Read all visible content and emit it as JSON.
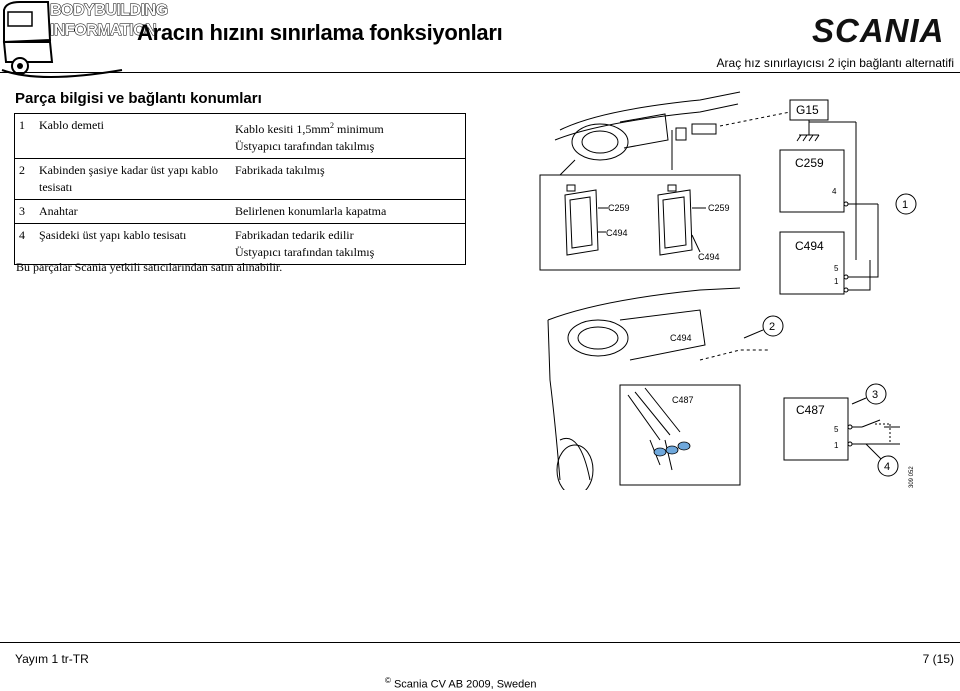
{
  "header": {
    "logo_line1": "BODYBUILDING",
    "logo_line2": "INFORMATION",
    "title": "Aracın hızını sınırlama fonksiyonları",
    "brand": "SCANIA",
    "subtitle": "Araç hız sınırlayıcısı 2 için bağlantı alternatifi"
  },
  "section_title": "Parça bilgisi ve bağlantı konumları",
  "parts": [
    {
      "num": "1",
      "name": "Kablo demeti",
      "desc_lines": [
        "Kablo kesiti 1,5mm",
        "Üstyapıcı tarafından takılmış"
      ],
      "desc_sup": "2",
      "desc_suffix": " minimum"
    },
    {
      "num": "2",
      "name": "Kabinden şasiye kadar üst yapı kablo tesisatı",
      "desc_lines": [
        "Fabrikada takılmış"
      ]
    },
    {
      "num": "3",
      "name": "Anahtar",
      "desc_lines": [
        "Belirlenen konumlarla kapatma"
      ]
    },
    {
      "num": "4",
      "name": "Şasideki üst yapı kablo tesisatı",
      "desc_lines": [
        "Fabrikadan tedarik edilir",
        "Üstyapıcı tarafından takılmış"
      ]
    }
  ],
  "note": "Bu parçalar Scania yetkili satıcılarından satın alınabilir.",
  "diagram": {
    "labels": {
      "c259": "C259",
      "c494": "C494",
      "c487": "C487",
      "g15": "G15"
    },
    "pins": {
      "p4": "4",
      "p5": "5",
      "p1": "1"
    },
    "callouts": {
      "n1": "1",
      "n2": "2",
      "n3": "3",
      "n4": "4"
    },
    "figure_id": "309 052"
  },
  "footer": {
    "issue": "Yayım 1  tr-TR",
    "page": "7 (15)",
    "copyright_symbol": "©",
    "copyright": "Scania CV AB 2009, Sweden"
  }
}
